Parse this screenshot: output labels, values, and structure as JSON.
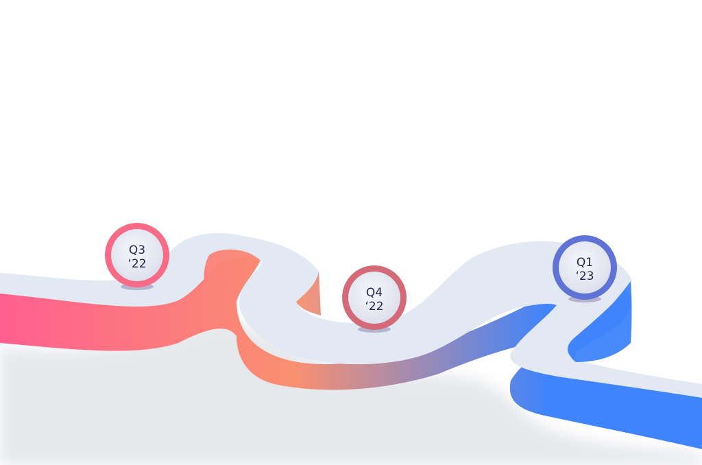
{
  "milestones": [
    {
      "label_line1": "Q3",
      "label_line2": "‘22",
      "ring_color": "#f86b86"
    },
    {
      "label_line1": "Q4",
      "label_line2": "‘22",
      "ring_color": "#d46a78"
    },
    {
      "label_line1": "Q1",
      "label_line2": "‘23",
      "ring_color": "#5f73d6"
    }
  ],
  "colors": {
    "road_top": "#e2e9f2",
    "gradient_start": "#ff5f8f",
    "gradient_mid": "#f99070",
    "gradient_end": "#3f84fb",
    "marker_face": "#e6e8f2",
    "text": "#2a2350"
  }
}
